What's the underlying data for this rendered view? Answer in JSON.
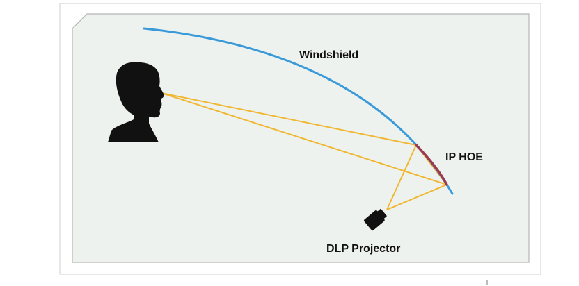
{
  "labels": {
    "windshield": "Windshield",
    "hoe": "IP HOE",
    "projector": "DLP Projector"
  },
  "colors": {
    "panel_fill": "#eef2ee",
    "panel_border": "#b5b5b5",
    "windshield": "#3a9ad9",
    "hoe": "#9b3a55",
    "rays": "#f0b733",
    "silhouette": "#111111",
    "projector": "#111111"
  },
  "icons": {
    "viewer": "person-head-silhouette-icon",
    "projector": "projector-icon"
  }
}
